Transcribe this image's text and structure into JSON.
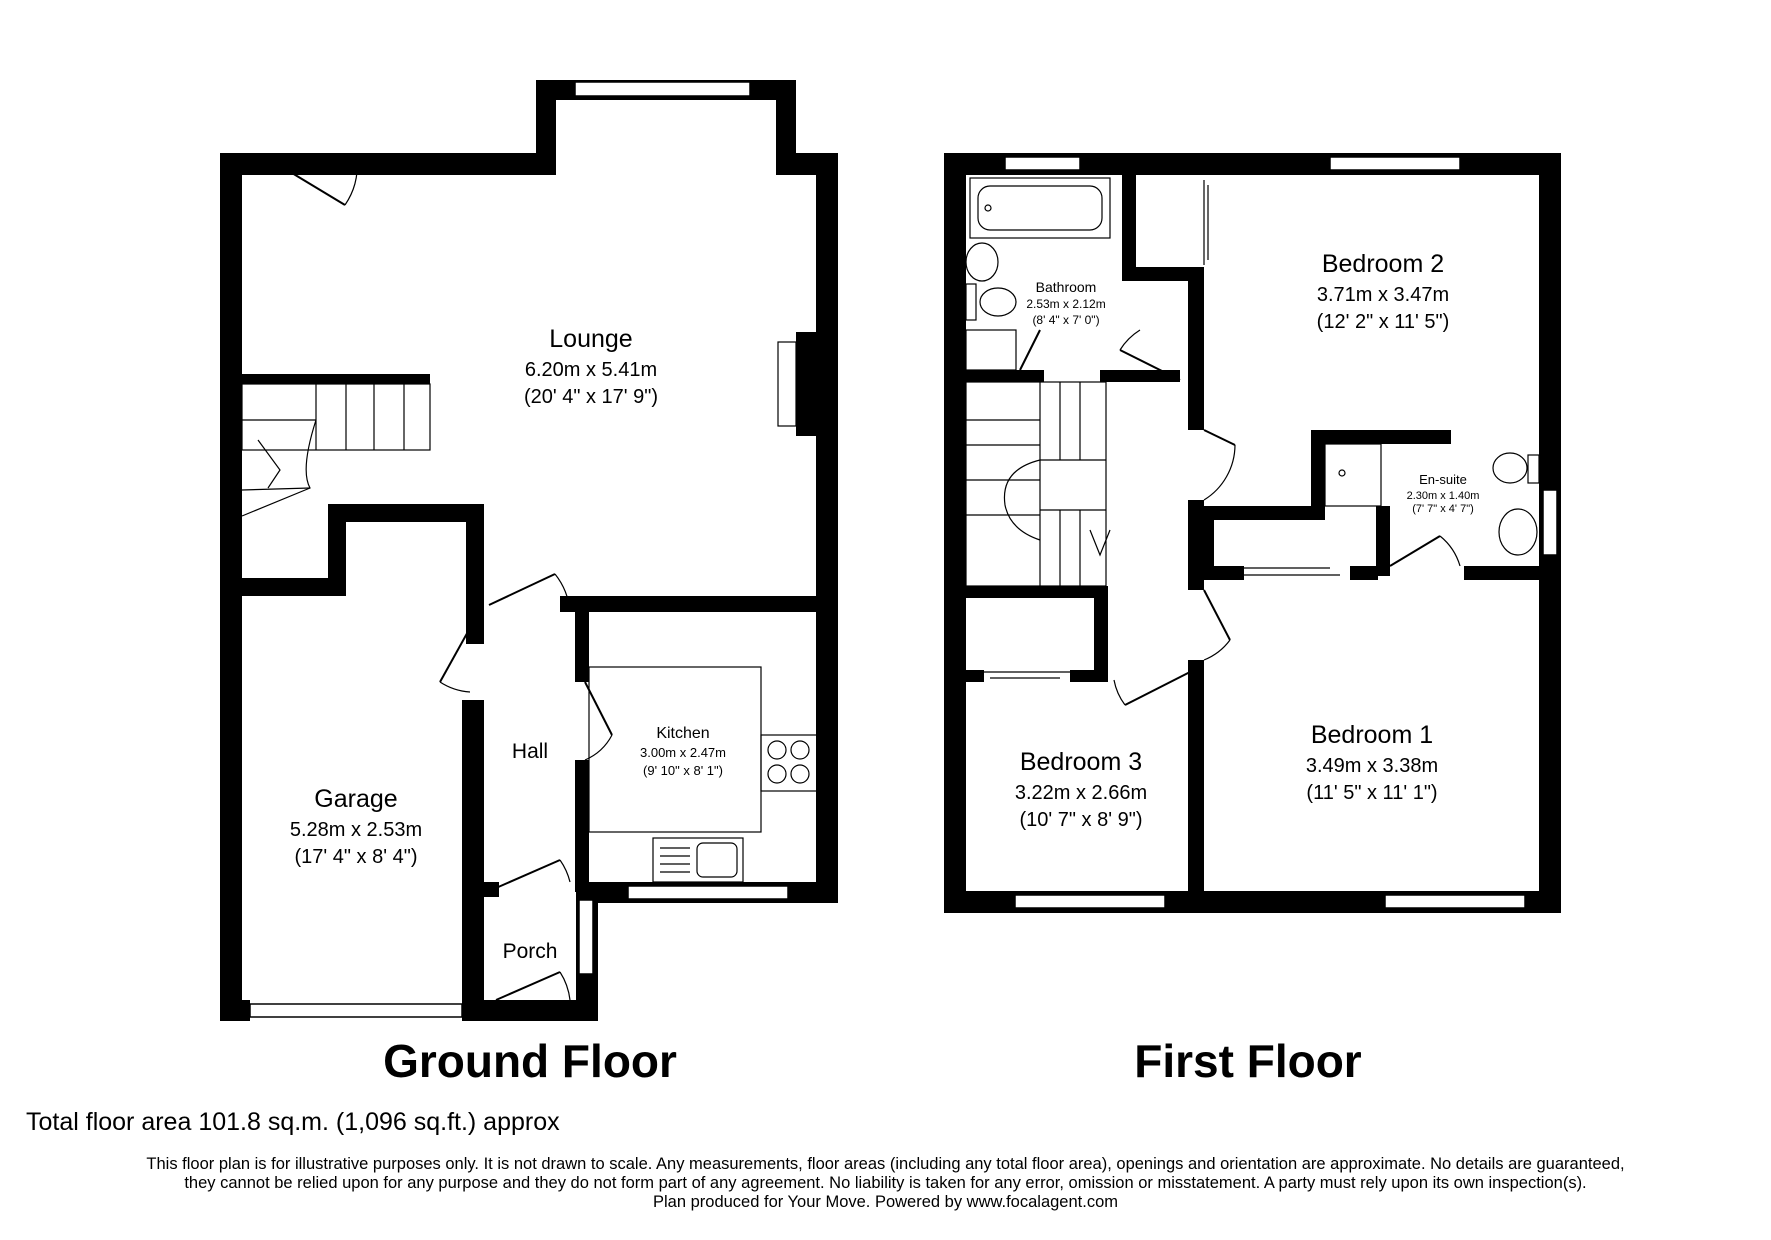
{
  "ground_floor": {
    "title": "Ground Floor",
    "rooms": {
      "lounge": {
        "name": "Lounge",
        "metric": "6.20m x 5.41m",
        "imperial": "(20' 4\" x 17' 9\")"
      },
      "kitchen": {
        "name": "Kitchen",
        "metric": "3.00m x 2.47m",
        "imperial": "(9' 10\" x 8' 1\")"
      },
      "garage": {
        "name": "Garage",
        "metric": "5.28m x 2.53m",
        "imperial": "(17' 4\" x 8' 4\")"
      },
      "hall": {
        "name": "Hall"
      },
      "porch": {
        "name": "Porch"
      }
    }
  },
  "first_floor": {
    "title": "First Floor",
    "rooms": {
      "bathroom": {
        "name": "Bathroom",
        "metric": "2.53m x 2.12m",
        "imperial": "(8' 4\" x 7' 0\")"
      },
      "bedroom2": {
        "name": "Bedroom 2",
        "metric": "3.71m x 3.47m",
        "imperial": "(12' 2\" x 11' 5\")"
      },
      "ensuite": {
        "name": "En-suite",
        "metric": "2.30m x 1.40m",
        "imperial": "(7' 7\" x 4' 7\")"
      },
      "bedroom1": {
        "name": "Bedroom 1",
        "metric": "3.49m x 3.38m",
        "imperial": "(11' 5\" x 11' 1\")"
      },
      "bedroom3": {
        "name": "Bedroom 3",
        "metric": "3.22m x 2.66m",
        "imperial": "(10' 7\" x 8' 9\")"
      }
    }
  },
  "total_area": "Total floor area 101.8 sq.m. (1,096 sq.ft.) approx",
  "disclaimer": {
    "line1": "This floor plan is for illustrative purposes only. It is not drawn to scale. Any measurements, floor areas (including any total floor area), openings and orientation are approximate. No details are guaranteed,",
    "line2": "they cannot be relied upon for any purpose and they do not form part of any agreement. No liability is taken for any error, omission or misstatement. A party must rely upon its own inspection(s).",
    "line3": "Plan produced for Your Move. Powered by www.focalagent.com"
  },
  "colors": {
    "wall": "#000000",
    "fixture": "#333333",
    "window": "#ffffff",
    "background": "#ffffff"
  }
}
